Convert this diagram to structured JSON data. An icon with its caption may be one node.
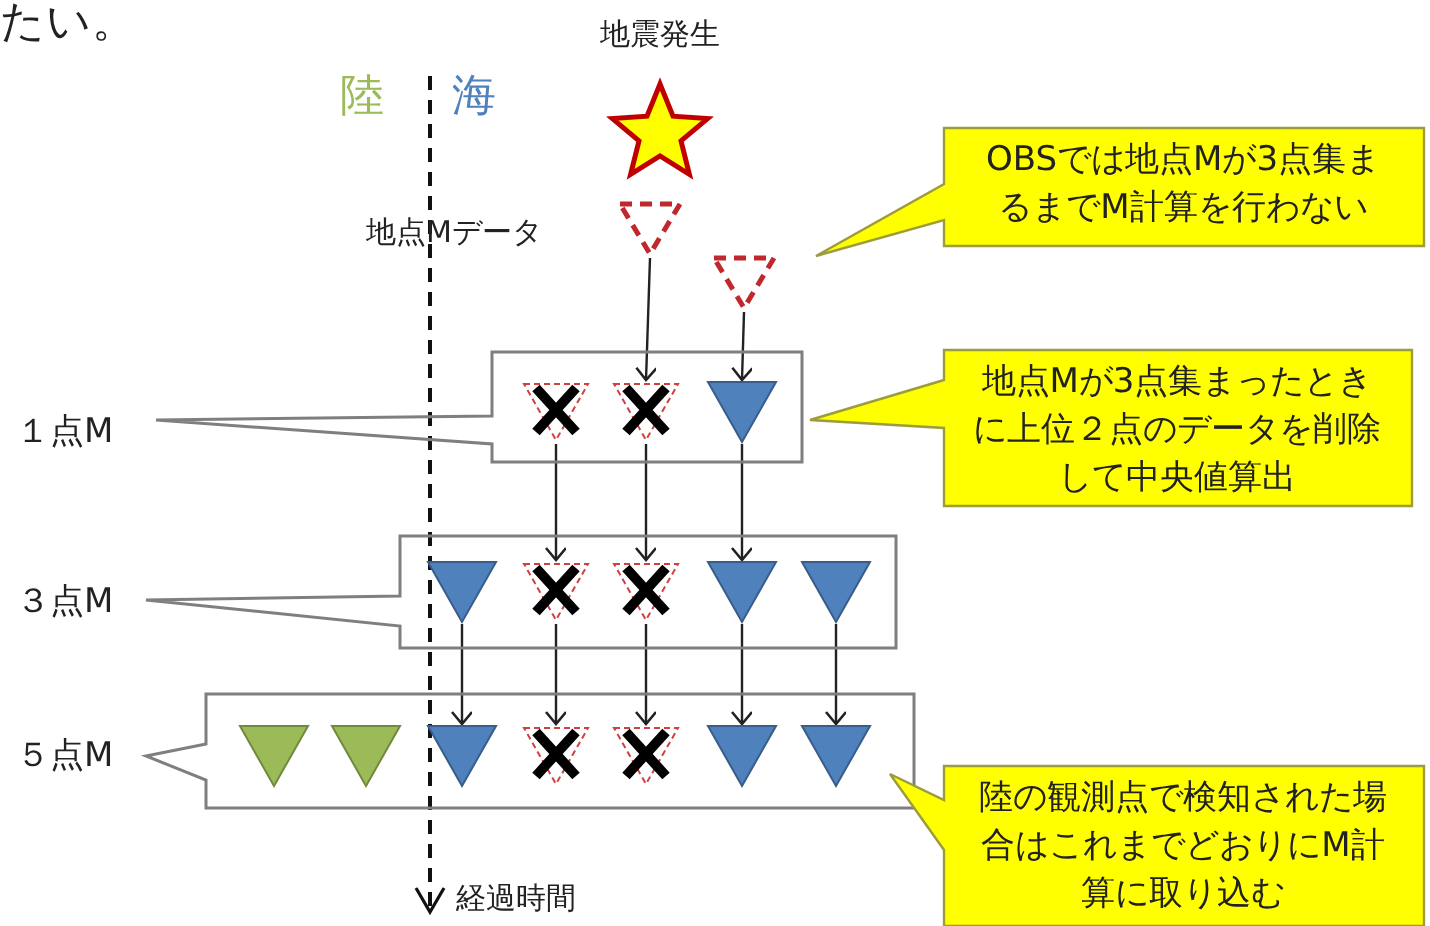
{
  "diagram": {
    "nodes": [
      {
        "text": [
          "地震発生"
        ]
      },
      {
        "text": [
          "OBSでは地点Mが3点集まるまでM計算を行わない"
        ]
      },
      {
        "text": [],
        "shape": "triangle",
        "beside": [
          "地点Mデータ"
        ]
      },
      {
        "text": [],
        "shape": "triangle"
      },
      {
        "text": [
          "１点M"
        ]
      },
      {
        "text": [],
        "shape": "triangle",
        "in": 4
      },
      {
        "text": [],
        "shape": "triangle",
        "in": 4
      },
      {
        "text": [],
        "shape": "triangle",
        "in": 4
      },
      {
        "text": [
          "地点Mが3点集まったときに上位２点のデータを削除して中央値算出"
        ]
      },
      {
        "text": [
          "３点M"
        ]
      },
      {
        "text": [],
        "shape": "triangle",
        "in": 9
      },
      {
        "text": [],
        "shape": "triangle",
        "in": 9
      },
      {
        "text": [],
        "shape": "triangle",
        "in": 9
      },
      {
        "text": [],
        "shape": "triangle",
        "in": 9
      },
      {
        "text": [],
        "shape": "triangle",
        "in": 9
      },
      {
        "text": [
          "５点M"
        ]
      },
      {
        "text": [],
        "shape": "triangle",
        "in": 15
      },
      {
        "text": [],
        "shape": "triangle",
        "in": 15
      },
      {
        "text": [],
        "shape": "triangle",
        "in": 15
      },
      {
        "text": [],
        "shape": "triangle",
        "in": 15
      },
      {
        "text": [],
        "shape": "triangle",
        "in": 15
      },
      {
        "text": [],
        "shape": "triangle",
        "in": 15
      },
      {
        "text": [],
        "shape": "triangle",
        "in": 15
      },
      {
        "text": [
          "陸の観測点で検知された場合はこれまでどおりにM計算に取り込む"
        ]
      }
    ],
    "edges": [
      {
        "from": 2,
        "to": 6,
        "arrow": "to"
      },
      {
        "from": 3,
        "to": 7,
        "arrow": "to"
      },
      {
        "from": 5,
        "to": 11,
        "arrow": "to"
      },
      {
        "from": 6,
        "to": 12,
        "arrow": "to"
      },
      {
        "from": 7,
        "to": 13,
        "arrow": "to"
      },
      {
        "from": 10,
        "to": 18,
        "arrow": "to"
      },
      {
        "from": 11,
        "to": 19,
        "arrow": "to"
      },
      {
        "from": 12,
        "to": 20,
        "arrow": "to"
      },
      {
        "from": 13,
        "to": 21,
        "arrow": "to"
      },
      {
        "from": 14,
        "to": 22,
        "arrow": "to"
      }
    ],
    "labels": [
      "たい。",
      "陸",
      "海",
      "経過時間"
    ]
  }
}
